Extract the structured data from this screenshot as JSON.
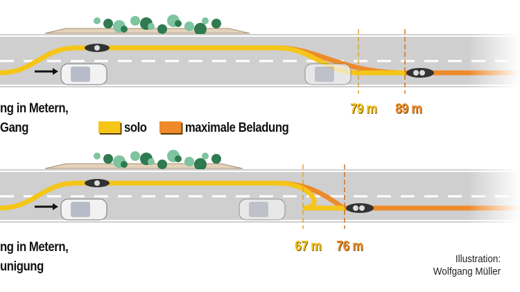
{
  "colors": {
    "solo": "#f5c518",
    "max_load": "#ee8a2a",
    "road": "#cfcfcf"
  },
  "panels": [
    {
      "title_line1": "ng in Metern,",
      "title_line2": "Gang",
      "solo_distance": "79 m",
      "max_distance": "89 m",
      "solo_m": 79,
      "max_m": 89
    },
    {
      "title_line1": "ng in Metern,",
      "title_line2": "unigung",
      "solo_distance": "67 m",
      "max_distance": "76 m",
      "solo_m": 67,
      "max_m": 76
    }
  ],
  "legend": {
    "solo": "solo",
    "max_load": "maximale Beladung"
  },
  "credit": {
    "line1": "Illustration:",
    "line2": "Wolfgang Müller"
  }
}
